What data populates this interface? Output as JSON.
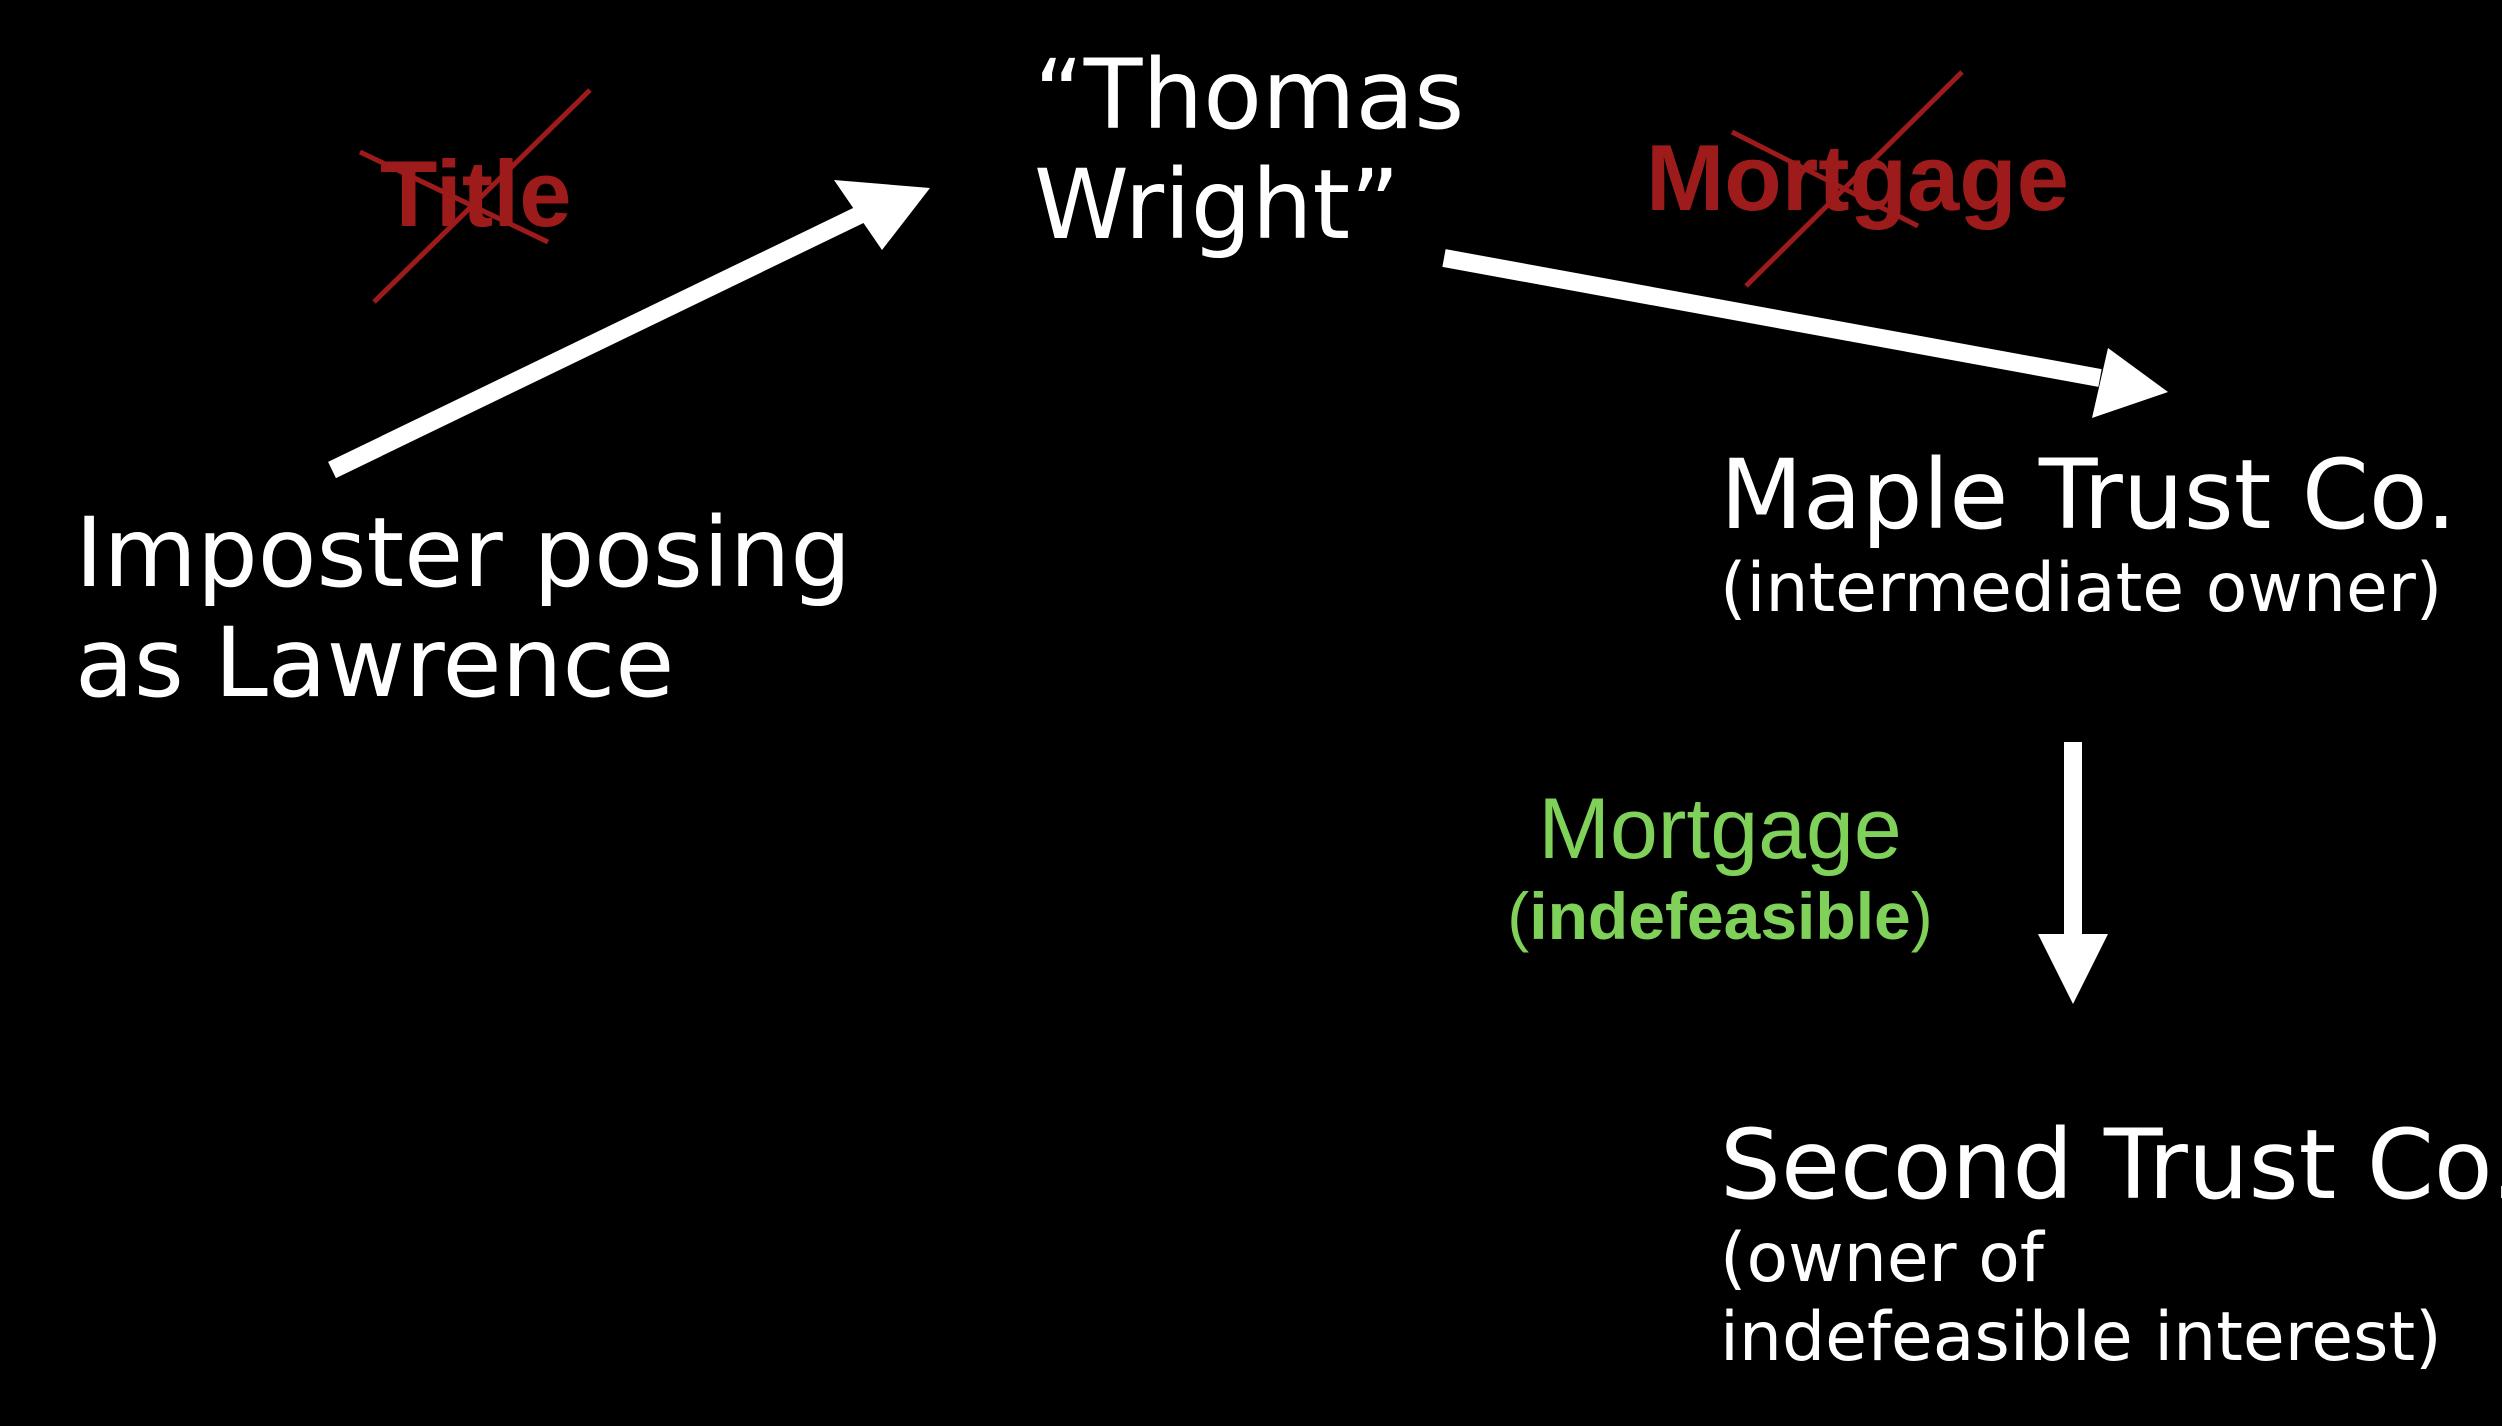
{
  "colors": {
    "background": "#000000",
    "text": "#ffffff",
    "struck": "#9e1b1b",
    "valid": "#7fd15a",
    "arrow": "#ffffff"
  },
  "nodes": {
    "imposter": {
      "line1": "Imposter posing",
      "line2": "as Lawrence"
    },
    "thomas": {
      "line1": "“Thomas",
      "line2": "Wright”"
    },
    "maple": {
      "title": "Maple Trust Co.",
      "subtitle": "(intermediate owner)"
    },
    "second": {
      "title": "Second Trust Co.",
      "subtitle_line1": "(owner of",
      "subtitle_line2": "indefeasible interest)"
    }
  },
  "edges": {
    "imposter_to_thomas": {
      "label": "Title",
      "struck": true
    },
    "thomas_to_maple": {
      "label": "Mortgage",
      "struck": true
    },
    "maple_to_second": {
      "label": "Mortgage",
      "note_open": "(",
      "note_bold": "indefeasible",
      "note_close": ")",
      "struck": false
    }
  }
}
